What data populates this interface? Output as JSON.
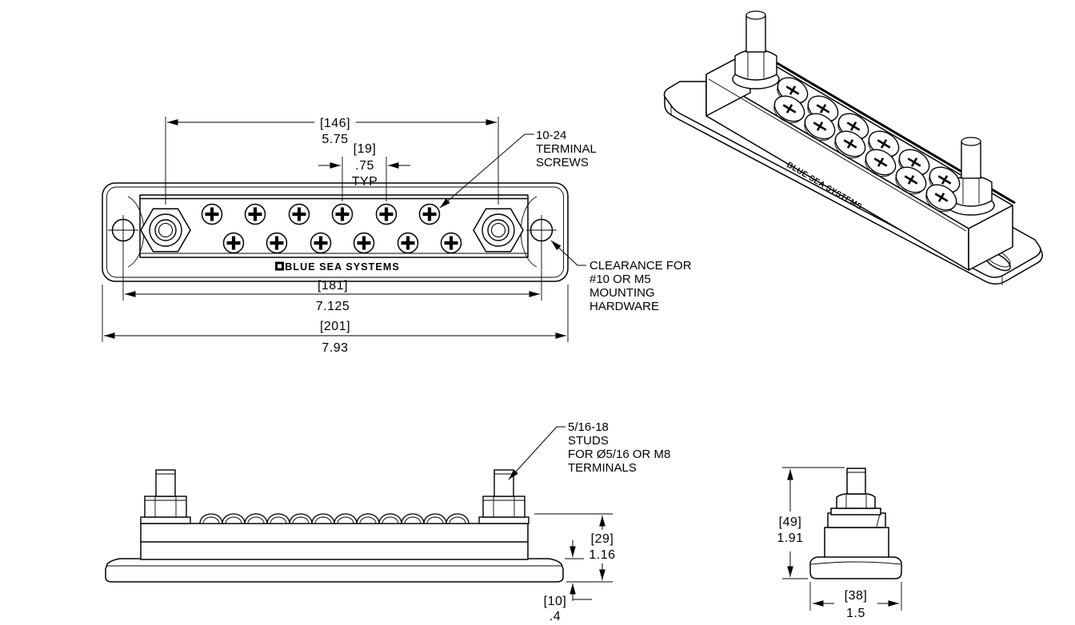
{
  "brand": {
    "name": "BLUE SEA SYSTEMS"
  },
  "front_view": {
    "dim_stud_spacing": {
      "mm": "[146]",
      "inch": "5.75"
    },
    "dim_screw_pitch": {
      "mm": "[19]",
      "inch": ".75",
      "note": "TYP"
    },
    "dim_mount_spacing": {
      "mm": "[181]",
      "inch": "7.125"
    },
    "dim_overall_length": {
      "mm": "[201]",
      "inch": "7.93"
    },
    "label_terminal_screws": {
      "line1": "10-24",
      "line2": "TERMINAL",
      "line3": "SCREWS"
    },
    "label_clearance": {
      "line1": "CLEARANCE FOR",
      "line2": "#10 OR M5",
      "line3": "MOUNTING",
      "line4": "HARDWARE"
    },
    "brand_label": "BLUE SEA SYSTEMS"
  },
  "iso_view": {
    "brand_label": "BLUE SEA SYSTEMS"
  },
  "side_view": {
    "dim_height": {
      "mm": "[29]",
      "inch": "1.16"
    },
    "dim_base_thickness": {
      "mm": "[10]",
      "inch": ".4"
    },
    "label_studs": {
      "line1": "5/16-18",
      "line2": "STUDS",
      "line3": "FOR Ø5/16 OR M8",
      "line4": "TERMINALS"
    }
  },
  "end_view": {
    "dim_height": {
      "mm": "[49]",
      "inch": "1.91"
    },
    "dim_width": {
      "mm": "[38]",
      "inch": "1.5"
    }
  },
  "colors": {
    "line": "#000000",
    "background": "#ffffff"
  }
}
